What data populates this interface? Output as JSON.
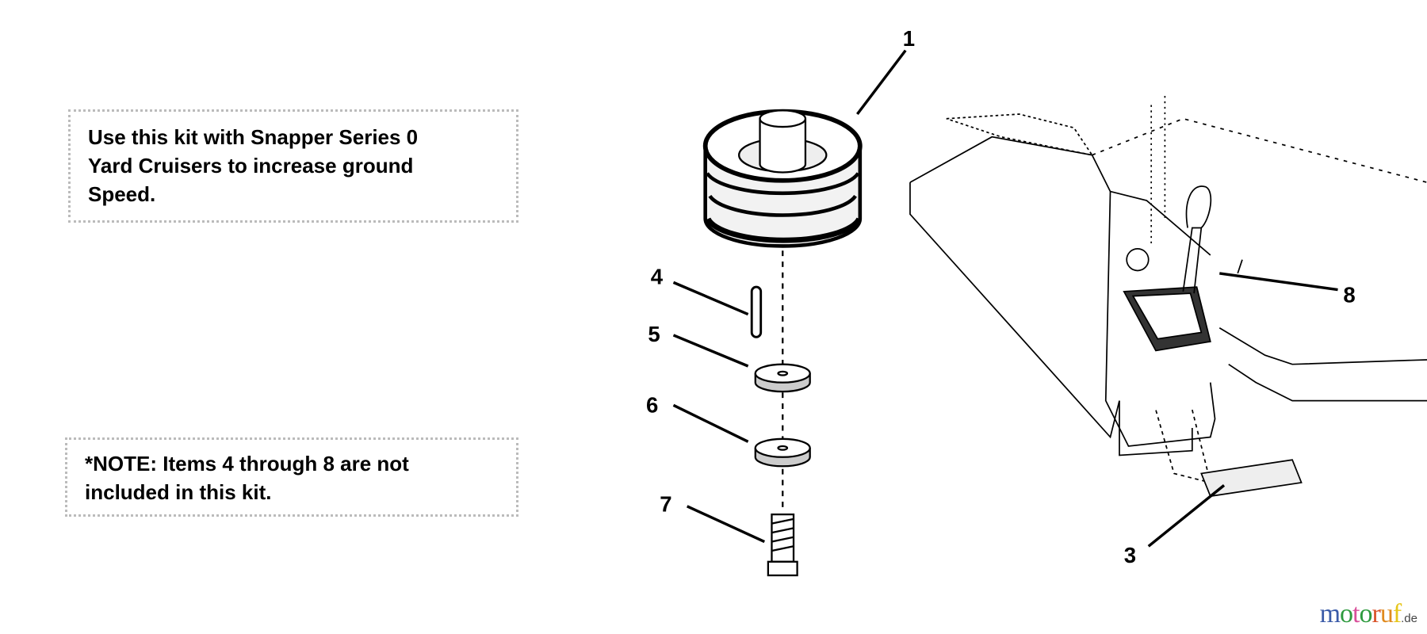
{
  "notes": {
    "kit_usage": [
      "Use this kit with Snapper Series 0",
      "Yard Cruisers to increase ground",
      "Speed."
    ],
    "exclusion": [
      "*NOTE: Items 4 through 8 are not",
      "included in this kit."
    ]
  },
  "callouts": [
    "1",
    "3",
    "4",
    "5",
    "6",
    "7",
    "8"
  ],
  "watermark": {
    "letters": [
      "m",
      "o",
      "t",
      "o",
      "r",
      "u",
      "f"
    ],
    "colors": [
      "#3b5ba8",
      "#2e9a3e",
      "#d94f9a",
      "#2e9a3e",
      "#d9532a",
      "#e08a1e",
      "#e6c619"
    ],
    "suffix": ".de"
  }
}
